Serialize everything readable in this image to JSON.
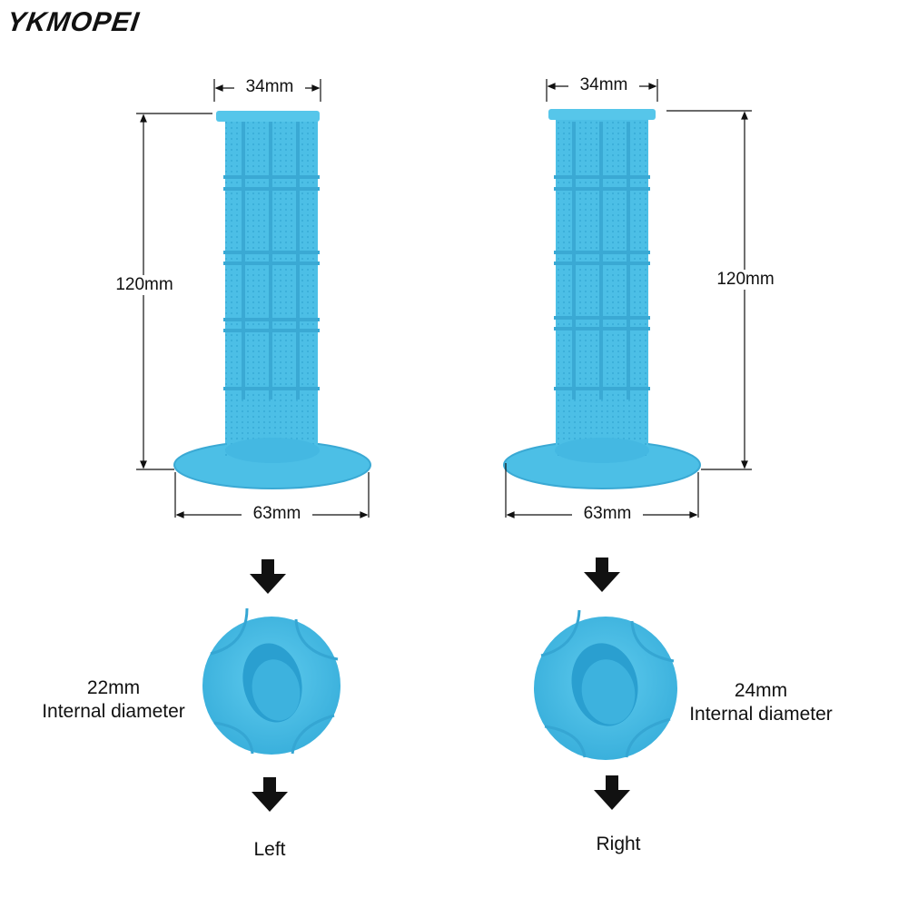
{
  "brand": "YKMOPEI",
  "left": {
    "top_width": "34mm",
    "height": "120mm",
    "base_width": "63mm",
    "diameter_value": "22mm",
    "diameter_label": "Internal diameter",
    "side_label": "Left"
  },
  "right": {
    "top_width": "34mm",
    "height": "120mm",
    "base_width": "63mm",
    "diameter_value": "24mm",
    "diameter_label": "Internal diameter",
    "side_label": "Right"
  },
  "colors": {
    "grip": "#4cbfe6",
    "grip_dark": "#2fa3d0",
    "line": "#111111"
  }
}
